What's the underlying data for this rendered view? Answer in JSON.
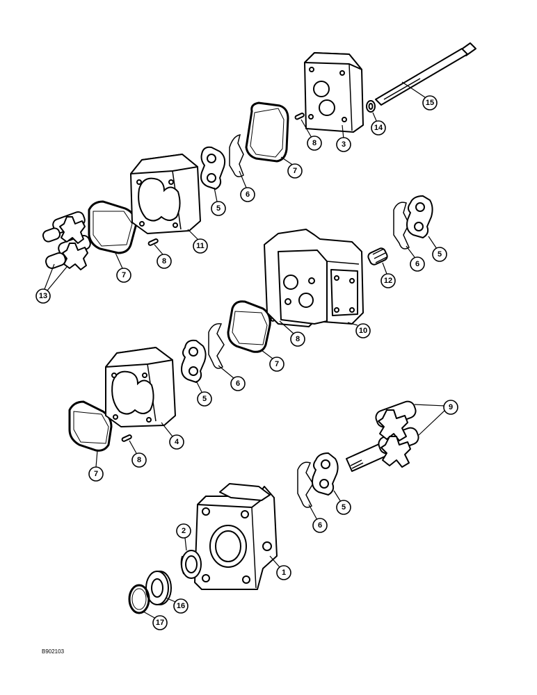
{
  "figure_id": "B902103",
  "callouts": {
    "c1": "1",
    "c2": "2",
    "c3": "3",
    "c4": "4",
    "c5a": "5",
    "c5b": "5",
    "c5c": "5",
    "c5d": "5",
    "c6a": "6",
    "c6b": "6",
    "c6c": "6",
    "c6d": "6",
    "c7a": "7",
    "c7b": "7",
    "c7c": "7",
    "c7d": "7",
    "c8a": "8",
    "c8b": "8",
    "c8c": "8",
    "c8d": "8",
    "c9": "9",
    "c10": "10",
    "c11": "11",
    "c12": "12",
    "c13": "13",
    "c14": "14",
    "c15": "15",
    "c16": "16",
    "c17": "17"
  }
}
